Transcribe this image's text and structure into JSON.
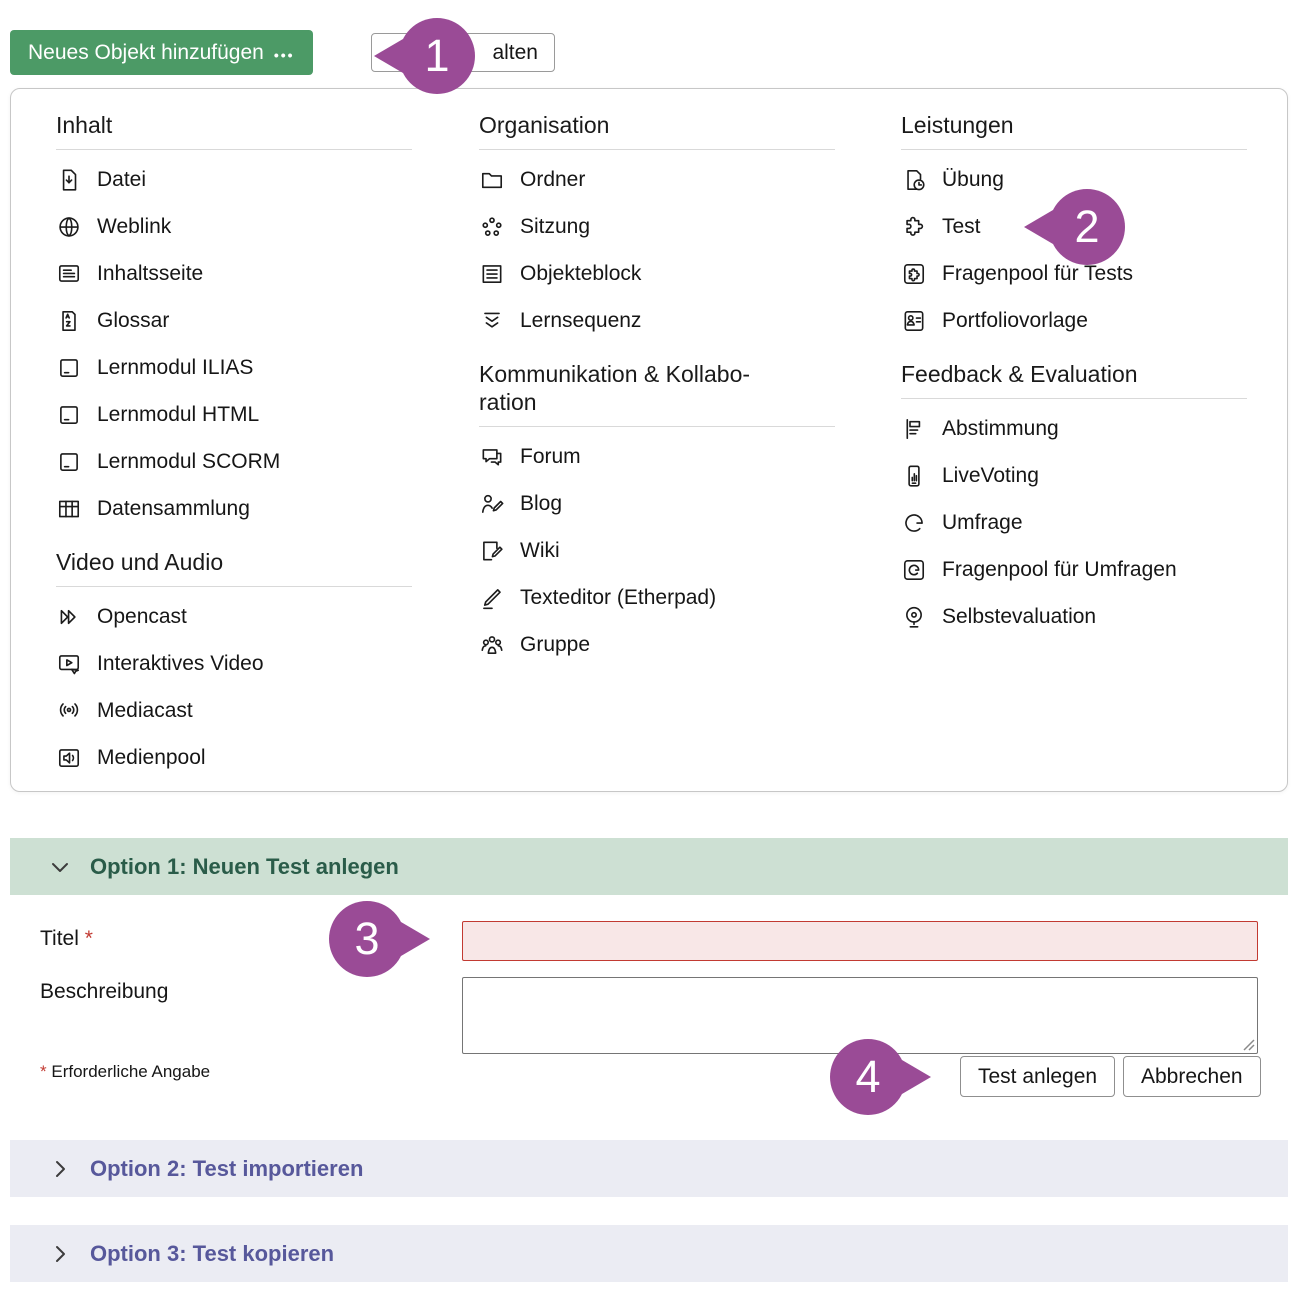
{
  "colors": {
    "green_button_bg": "#4c9a66",
    "green_button_text": "#ffffff",
    "balloon": "#9a4b96",
    "text": "#161616",
    "panel_border": "#c7c7c7",
    "divider": "#d9d9d9",
    "option1_bg": "#cde0d3",
    "option1_text": "#2a5c49",
    "option_bg": "#ebecf3",
    "option_text": "#57589b",
    "error_red": "#c23a32",
    "error_bg": "#f8e7e7",
    "button_border": "#8f8f8f",
    "field_border": "#757575"
  },
  "toolbar": {
    "add_button_label": "Neues Objekt hinzufügen",
    "add_button_dots": "•••",
    "partial_button_label": "alten"
  },
  "annotations": [
    {
      "number": "1"
    },
    {
      "number": "2"
    },
    {
      "number": "3"
    },
    {
      "number": "4"
    }
  ],
  "menu": {
    "columns": [
      {
        "sections": [
          {
            "title": "Inhalt",
            "items": [
              {
                "icon": "file-icon",
                "label": "Datei"
              },
              {
                "icon": "weblink-icon",
                "label": "Weblink"
              },
              {
                "icon": "content-page-icon",
                "label": "Inhaltsseite"
              },
              {
                "icon": "glossary-icon",
                "label": "Glossar"
              },
              {
                "icon": "learning-module-icon",
                "label": "Lernmodul ILIAS"
              },
              {
                "icon": "learning-module-icon",
                "label": "Lernmodul HTML"
              },
              {
                "icon": "learning-module-icon",
                "label": "Lernmodul SCORM"
              },
              {
                "icon": "data-collection-icon",
                "label": "Datensammlung"
              }
            ]
          },
          {
            "title": "Video und Audio",
            "items": [
              {
                "icon": "opencast-icon",
                "label": "Opencast"
              },
              {
                "icon": "interactive-video-icon",
                "label": "Interaktives Video"
              },
              {
                "icon": "mediacast-icon",
                "label": "Mediacast"
              },
              {
                "icon": "media-pool-icon",
                "label": "Medienpool"
              }
            ]
          }
        ]
      },
      {
        "sections": [
          {
            "title": "Organisation",
            "items": [
              {
                "icon": "folder-icon",
                "label": "Ordner"
              },
              {
                "icon": "session-icon",
                "label": "Sitzung"
              },
              {
                "icon": "item-group-icon",
                "label": "Objekteblock"
              },
              {
                "icon": "learning-sequence-icon",
                "label": "Lernsequenz"
              }
            ]
          },
          {
            "title": "Kommunikation & Kollabo­ration",
            "items": [
              {
                "icon": "forum-icon",
                "label": "Forum"
              },
              {
                "icon": "blog-icon",
                "label": "Blog"
              },
              {
                "icon": "wiki-icon",
                "label": "Wiki"
              },
              {
                "icon": "etherpad-icon",
                "label": "Texteditor (Etherpad)"
              },
              {
                "icon": "group-icon",
                "label": "Gruppe"
              }
            ]
          }
        ]
      },
      {
        "sections": [
          {
            "title": "Leistungen",
            "items": [
              {
                "icon": "exercise-icon",
                "label": "Übung"
              },
              {
                "icon": "test-icon",
                "label": "Test"
              },
              {
                "icon": "question-pool-test-icon",
                "label": "Fragenpool für Tests"
              },
              {
                "icon": "portfolio-template-icon",
                "label": "Portfoliovorlage"
              }
            ]
          },
          {
            "title": "Feedback & Evaluation",
            "items": [
              {
                "icon": "poll-icon",
                "label": "Abstimmung"
              },
              {
                "icon": "livevoting-icon",
                "label": "LiveVoting"
              },
              {
                "icon": "survey-icon",
                "label": "Umfrage"
              },
              {
                "icon": "question-pool-survey-icon",
                "label": "Fragenpool für Umfragen"
              },
              {
                "icon": "self-evaluation-icon",
                "label": "Selbstevaluation"
              }
            ]
          }
        ]
      }
    ]
  },
  "form": {
    "option1_label": "Option 1: Neuen Test anlegen",
    "title_label": "Titel",
    "required_mark": "*",
    "title_value": "",
    "description_label": "Beschreibung",
    "description_value": "",
    "required_note": "Erforderliche Angabe",
    "submit_label": "Test anlegen",
    "cancel_label": "Abbrechen",
    "option2_label": "Option 2: Test importieren",
    "option3_label": "Option 3: Test kopieren"
  }
}
